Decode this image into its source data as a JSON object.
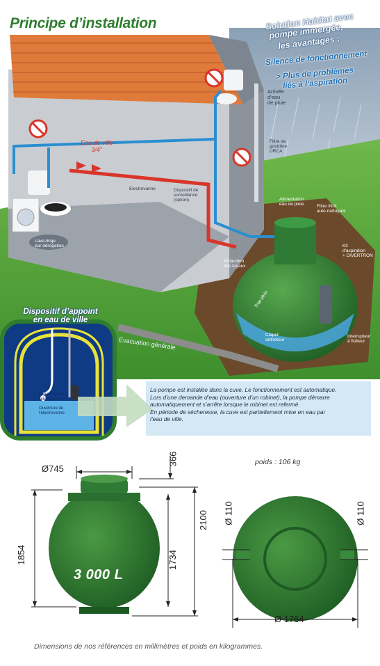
{
  "title": "Principe d’installation",
  "advantages": {
    "line1": "Solution Habitat avec",
    "line2": "pompe immergée,",
    "line3": "les avantages :",
    "line4": "Silence de fonctionnement",
    "line5": "> Plus de problèmes",
    "line6": "liés à l’aspiration"
  },
  "labels": {
    "arrivee_line1": "Arrivée",
    "arrivee_line2": "d'eau",
    "arrivee_line3": "de pluie",
    "filtre_line1": "Filtre de",
    "filtre_line2": "gouttière",
    "filtre_line3": "URCA",
    "eau_ville_line1": "Eau de ville",
    "eau_ville_line2": "3/4\"",
    "electrovanne": "Electrovanne",
    "disjoncteur_line1": "Dispositif de",
    "disjoncteur_line2": "surveillance",
    "disjoncteur_line3": "(option)",
    "lave_linge_line1": "Lave-linge",
    "lave_linge_line2": "par dérogation",
    "alim_line1": "Alimentation",
    "alim_line2": "eau de pluie",
    "filtre_auto_line1": "Filtre INIX",
    "filtre_auto_line2": "auto-nettoyant",
    "kit_line1": "Kit",
    "kit_line2": "d'aspiration",
    "kit_line3": "+ DIVERTRON",
    "protection_line1": "Protection",
    "protection_line2": "des tuyaux",
    "trop_plein": "Trop plein",
    "clapet_line1": "Clapet",
    "clapet_line2": "antiretour",
    "interrupteur_line1": "Interrupteur",
    "interrupteur_line2": "à flotteur",
    "evacuation": "Evacuation générale",
    "fermeture_line1": "Fermeture de",
    "fermeture_line2": "l'électrovanne",
    "ouverture_line1": "Ouverture de",
    "ouverture_line2": "l'électrovanne"
  },
  "dispositif": {
    "line1": "Dispositif d’appoint",
    "line2": "en eau de ville"
  },
  "info_text": {
    "line1": "La pompe est installée dans la cuve. Le fonctionnement est automatique.",
    "line2": "Lors d’une demande d’eau (ouverture d’un robinet), la pompe démarre",
    "line3": "automatiquement et s’arrête lorsque le robinet est refermé.",
    "line4": "En période de sécheresse, la cuve est partiellement mise en eau par",
    "line5": "l’eau de ville."
  },
  "tank": {
    "weight": "poids : 106 kg",
    "volume": "3 000 L",
    "dim_top_diameter": "Ø745",
    "dim_neck": "366",
    "dim_total_height": "2100",
    "dim_body_height": "1854",
    "dim_inner": "1734",
    "dim_pipe_left": "Ø 110",
    "dim_pipe_right": "Ø 110",
    "dim_diameter": "Ø 1764"
  },
  "caption": "Dimensions de nos références en millimètres et poids en kilogrammes.",
  "colors": {
    "title_green": "#2e7d2e",
    "tank_green": "#2f7a35",
    "grass_green": "#5aa83a",
    "roof_orange": "#e07a3a",
    "water_blue": "#2a8ed0",
    "info_bg": "#d5e8f5",
    "dispositif_bg": "#123f8a"
  }
}
